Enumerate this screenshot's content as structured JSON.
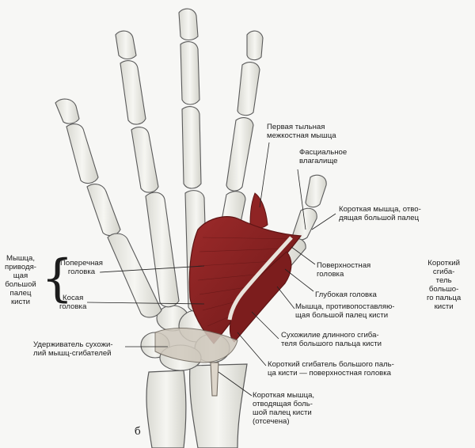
{
  "figure_letter": "б",
  "labels": {
    "first_dorsal_interosseous": "Первая тыльная\nмежкостная мышца",
    "fascial_sheath": "Фасциальное\nвлагалище",
    "abductor_pollicis_brevis": "Короткая мышца, отво-\nдящая большой палец",
    "superficial_head": "Поверхностная\nголовка",
    "deep_head": "Глубокая головка",
    "opponens_pollicis": "Мышца, противопоставляю-\nщая большой палец кисти",
    "flexor_pollicis_longus_tendon": "Сухожилие длинного сгиба-\nтеля большого пальца кисти",
    "flexor_pollicis_brevis_superficial": "Короткий сгибатель большого паль-\nца кисти — поверхностная головка",
    "abductor_pollicis_brevis_cut": "Короткая мышца,\nотводящая боль-\nшой палец кисти\n(отсечена)",
    "flexor_retinaculum": "Удерживатель сухожи-\nлий мышц-сгибателей",
    "adductor_pollicis": "Мышца,\nприводя-\nщая\nбольшой\nпалец\nкисти",
    "transverse_head": "Поперечная\nголовка",
    "oblique_head": "Косая\nголовка",
    "flexor_pollicis_brevis": "Короткий\nсгиба-\nтель\nбольшо-\nго пальца\nкисти"
  },
  "colors": {
    "bone": "#f1f1ec",
    "bone_outline": "#5a5a5a",
    "muscle": "#8f2424",
    "muscle_dark": "#5e1414",
    "tendon": "#e9e4dc",
    "leader": "#222222"
  }
}
